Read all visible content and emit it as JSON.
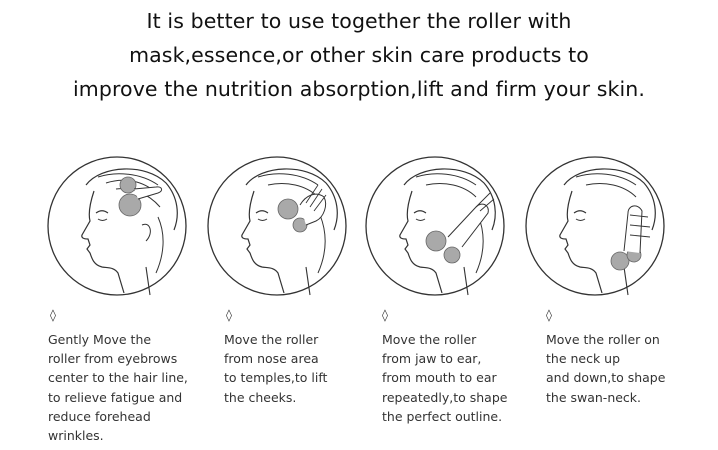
{
  "headline": {
    "line1": "It is better to use together the roller with",
    "line2": "mask,essence,or other skin care products to",
    "line3": "improve the nutrition absorption,lift and firm your skin."
  },
  "marker_glyph": "◊",
  "steps": [
    {
      "lines": [
        "Gently Move the",
        "roller from eyebrows",
        "center to the hair line,",
        "to relieve fatigue and",
        "reduce forehead",
        "wrinkles."
      ]
    },
    {
      "lines": [
        "Move the roller",
        "from nose area",
        "to temples,to lift",
        "the cheeks."
      ]
    },
    {
      "lines": [
        "Move the roller",
        "from jaw to ear,",
        "from mouth to ear",
        "repeatedly,to shape",
        "the perfect outline."
      ]
    },
    {
      "lines": [
        "Move the roller on",
        "the neck up",
        "and down,to shape",
        "the swan-neck."
      ]
    }
  ],
  "colors": {
    "text": "#333333",
    "line_art": "#333333",
    "roller": "#9a9a9a"
  }
}
